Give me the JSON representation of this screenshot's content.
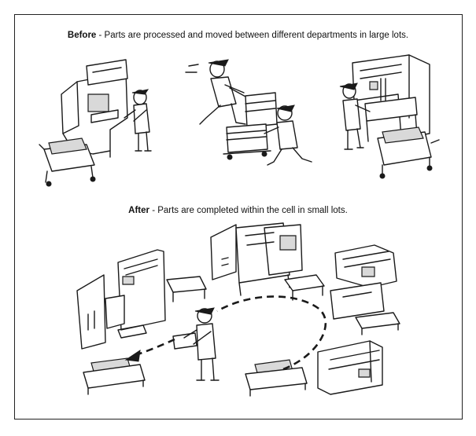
{
  "captions": {
    "before": {
      "label": "Before",
      "text": " - Parts are processed and moved between different departments in large lots."
    },
    "after": {
      "label": "After",
      "text": " - Parts are completed within the cell in small lots."
    }
  },
  "colors": {
    "ink": "#1a1a1a",
    "paper": "#ffffff",
    "shade": "#d9d9d9"
  }
}
